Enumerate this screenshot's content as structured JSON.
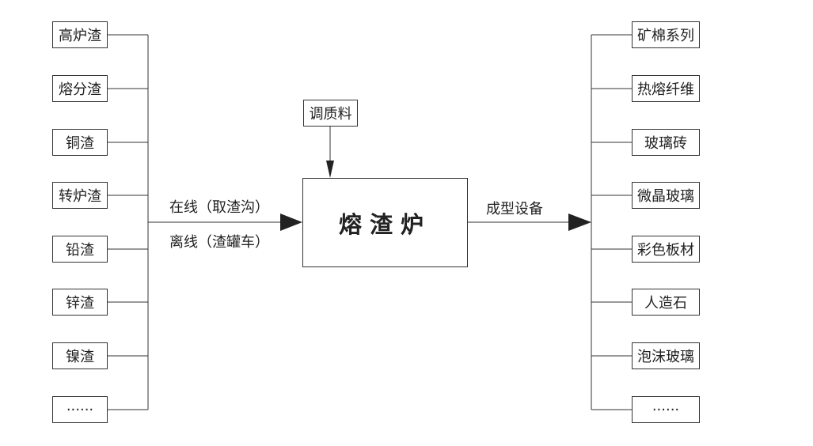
{
  "inputs": [
    "高炉渣",
    "熔分渣",
    "铜渣",
    "转炉渣",
    "铅渣",
    "锌渣",
    "镍渣",
    "······"
  ],
  "outputs": [
    "矿棉系列",
    "热熔纤维",
    "玻璃砖",
    "微晶玻璃",
    "彩色板材",
    "人造石",
    "泡沫玻璃",
    "······"
  ],
  "center": {
    "label": "熔渣炉"
  },
  "additive": {
    "label": "调质料"
  },
  "left_arrow": {
    "line1": "在线（取渣沟）",
    "line2": "离线（渣罐车）"
  },
  "right_arrow": {
    "label": "成型设备"
  }
}
